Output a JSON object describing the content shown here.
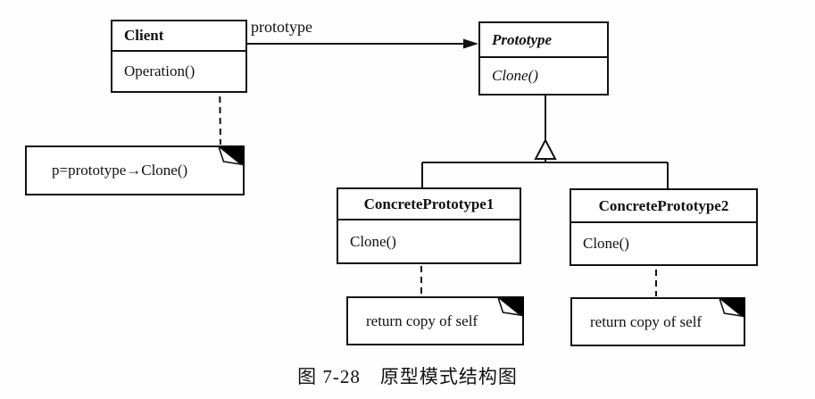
{
  "diagram": {
    "caption": "图 7-28　原型模式结构图",
    "association": {
      "label": "prototype"
    },
    "classes": {
      "client": {
        "name": "Client",
        "methods": [
          "Operation()"
        ]
      },
      "prototype": {
        "name": "Prototype",
        "methods": [
          "Clone()"
        ]
      },
      "concrete1": {
        "name": "ConcretePrototype1",
        "methods": [
          "Clone()"
        ]
      },
      "concrete2": {
        "name": "ConcretePrototype2",
        "methods": [
          "Clone()"
        ]
      }
    },
    "notes": {
      "client": {
        "text": "p=prototype→Clone()"
      },
      "concrete1": {
        "text": "return copy of self"
      },
      "concrete2": {
        "text": "return copy of self"
      }
    },
    "colors": {
      "ink": "#111111",
      "background": "#ffffff",
      "note_fold": "#000000"
    }
  }
}
